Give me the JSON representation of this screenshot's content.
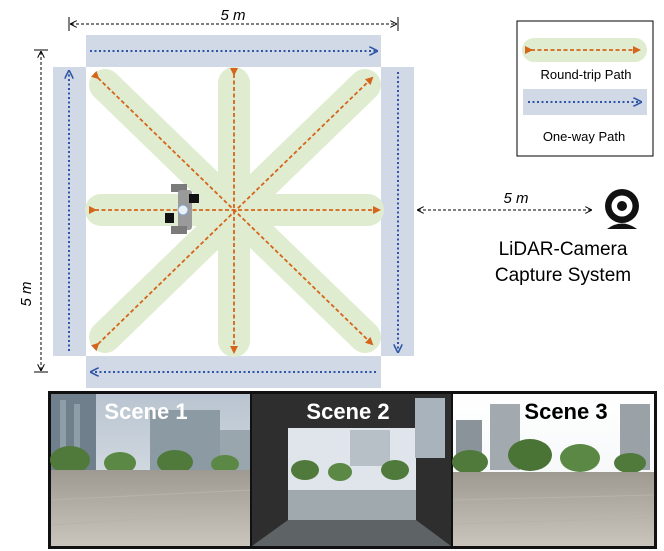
{
  "diagram": {
    "dimensions": {
      "top": "5 m",
      "left": "5 m",
      "distance": "5 m"
    },
    "legend": {
      "round_trip": "Round-trip Path",
      "one_way": "One-way Path"
    },
    "capture_system": {
      "line1": "LiDAR-Camera",
      "line2": "Capture System"
    },
    "scenes": [
      "Scene 1",
      "Scene 2",
      "Scene 3"
    ],
    "colors": {
      "round_trip_fill": "#dfeccf",
      "round_trip_arrow": "#d4651b",
      "one_way_fill": "#d1d9e6",
      "one_way_arrow": "#2f56a6"
    },
    "icons": [
      "camera-icon",
      "robot-icon"
    ]
  }
}
